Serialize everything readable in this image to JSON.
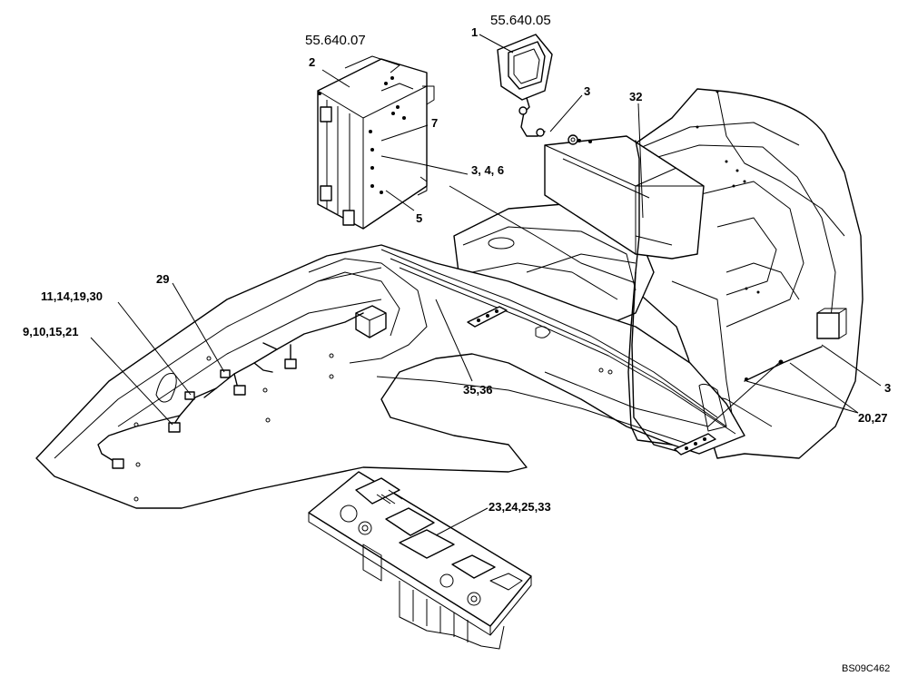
{
  "references": {
    "monitor": "55.640.05",
    "control_box": "55.640.07"
  },
  "callouts": {
    "c1": "1",
    "c2": "2",
    "c3_top": "3",
    "c7": "7",
    "c3_4_6": "3, 4, 6",
    "c5": "5",
    "c32": "32",
    "c29": "29",
    "c11_14_19_30": "11,14,19,30",
    "c9_10_15_21": "9,10,15,21",
    "c35_36": "35,36",
    "c3_right": "3",
    "c20_27": "20,27",
    "c23_24_25_33": "23,24,25,33"
  },
  "drawing_code": "BS09C462"
}
